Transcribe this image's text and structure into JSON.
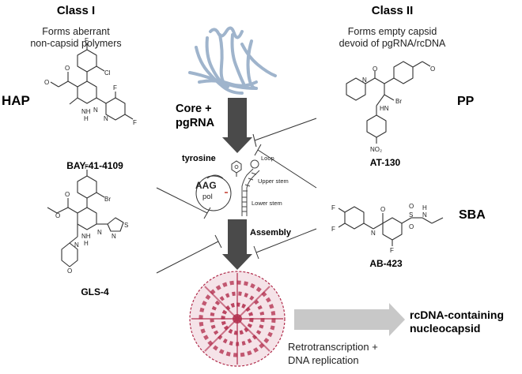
{
  "class1": {
    "title": "Class I",
    "desc_line1": "Forms aberrant",
    "desc_line2": "non-capsid polymers",
    "group": "HAP",
    "compound1": "BAY-41-4109",
    "compound2": "GLS-4"
  },
  "class2": {
    "title": "Class II",
    "desc_line1": "Forms empty capsid",
    "desc_line2": "devoid of pgRNA/rcDNA",
    "group1": "PP",
    "compound1": "AT-130",
    "group2": "SBA",
    "compound2": "AB-423"
  },
  "center": {
    "core_line1": "Core +",
    "core_line2": "pgRNA",
    "tyrosine": "tyrosine",
    "aag": "AAG",
    "pol": "pol",
    "loop": "Loop",
    "upper_stem": "Upper stem",
    "lower_stem": "Lower stem",
    "assembly": "Assembly"
  },
  "output": {
    "product_line1": "rcDNA-containing",
    "product_line2": "nucleocapsid",
    "process_line1": "Retrotranscription +",
    "process_line2": "DNA replication"
  },
  "atoms": {
    "F": "F",
    "Cl": "Cl",
    "Br": "Br",
    "O": "O",
    "N": "N",
    "NH": "NH",
    "H": "H",
    "S": "S",
    "NO2": "NO₂",
    "HN": "HN",
    "NHsub": "N",
    "Osul": "O",
    "Hsub": "H"
  },
  "colors": {
    "protein": "#9fb4cc",
    "capsid": "#b02a4a",
    "arrow_dark": "#4a4a4a",
    "arrow_light": "#c8c8c8"
  }
}
